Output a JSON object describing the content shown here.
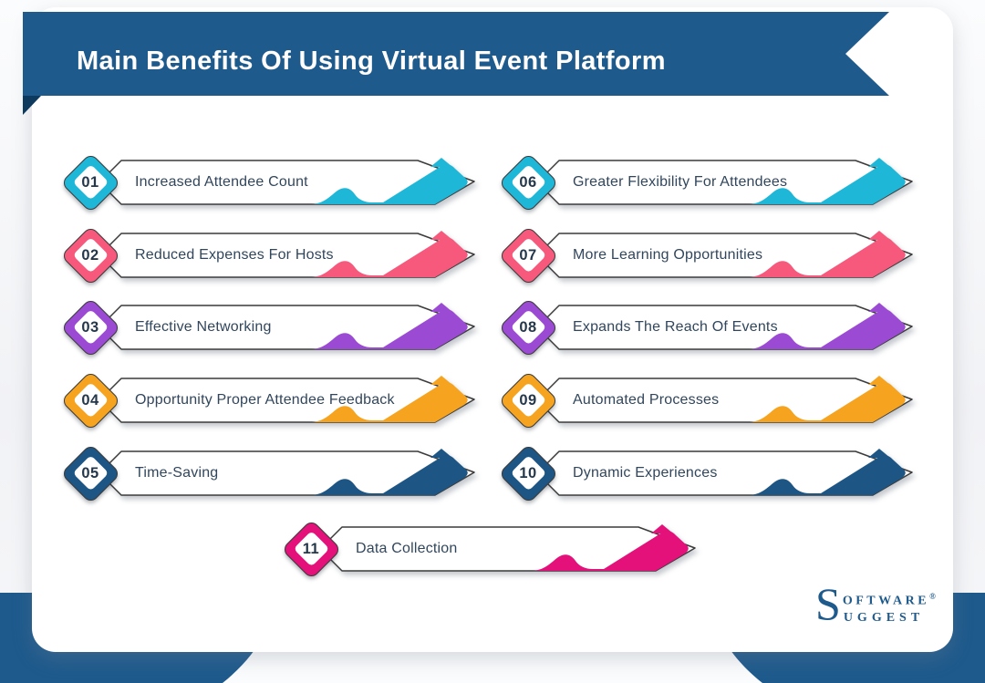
{
  "banner": {
    "title": "Main Benefits Of Using Virtual Event Platform",
    "ribbon_color": "#1e5a8c",
    "fold_color": "#0e3a5e",
    "title_color": "#ffffff"
  },
  "palette": {
    "cyan": "#1fb7d8",
    "pink": "#f6597c",
    "purple": "#9b4bd3",
    "orange": "#f6a41f",
    "navy": "#1d5584",
    "magenta": "#e31179",
    "card_bg": "#ffffff",
    "outline": "#3b3b3b",
    "label_text": "#31465c"
  },
  "items": [
    {
      "number": "01",
      "label": "Increased Attendee Count",
      "color": "#1fb7d8",
      "col": 0,
      "row": 0
    },
    {
      "number": "02",
      "label": "Reduced Expenses For Hosts",
      "color": "#f6597c",
      "col": 0,
      "row": 1
    },
    {
      "number": "03",
      "label": "Effective Networking",
      "color": "#9b4bd3",
      "col": 0,
      "row": 2
    },
    {
      "number": "04",
      "label": "Opportunity Proper Attendee Feedback",
      "color": "#f6a41f",
      "col": 0,
      "row": 3
    },
    {
      "number": "05",
      "label": "Time-Saving",
      "color": "#1d5584",
      "col": 0,
      "row": 4
    },
    {
      "number": "06",
      "label": "Greater Flexibility For Attendees",
      "color": "#1fb7d8",
      "col": 1,
      "row": 0
    },
    {
      "number": "07",
      "label": "More Learning Opportunities",
      "color": "#f6597c",
      "col": 1,
      "row": 1
    },
    {
      "number": "08",
      "label": "Expands The Reach Of Events",
      "color": "#9b4bd3",
      "col": 1,
      "row": 2
    },
    {
      "number": "09",
      "label": "Automated Processes",
      "color": "#f6a41f",
      "col": 1,
      "row": 3
    },
    {
      "number": "10",
      "label": "Dynamic Experiences",
      "color": "#1d5584",
      "col": 1,
      "row": 4
    },
    {
      "number": "11",
      "label": "Data Collection",
      "color": "#e31179",
      "col": 2,
      "row": 5
    }
  ],
  "logo": {
    "big_letter": "S",
    "line1": "OFTWARE",
    "reg": "®",
    "line2": "UGGEST",
    "color": "#1e5a8c"
  }
}
